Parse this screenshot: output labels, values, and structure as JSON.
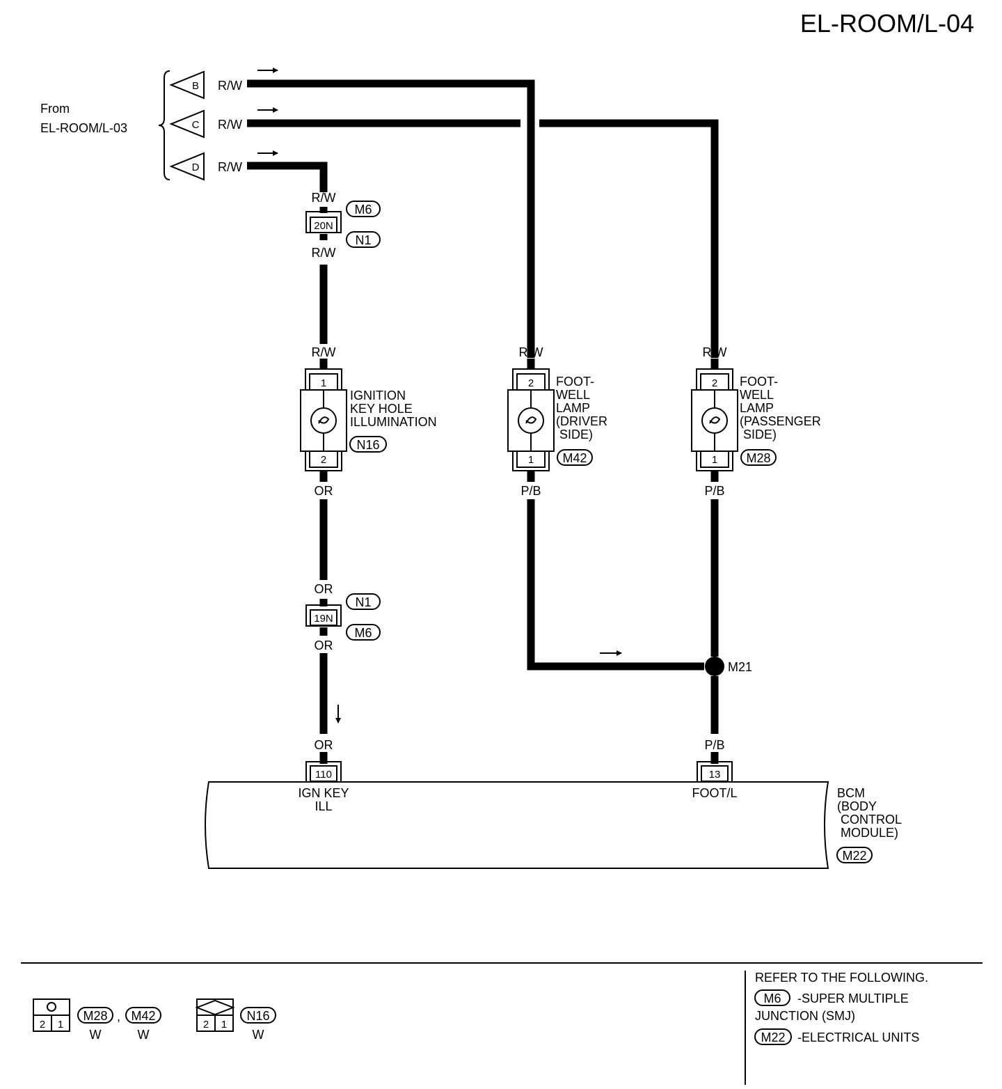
{
  "title": "EL-ROOM/L-04",
  "source": {
    "label_line1": "From",
    "label_line2": "EL-ROOM/L-03",
    "inputs": [
      {
        "letter": "B",
        "wire": "R/W"
      },
      {
        "letter": "C",
        "wire": "R/W"
      },
      {
        "letter": "D",
        "wire": "R/W"
      }
    ]
  },
  "joint_top": {
    "connector": "20N",
    "upper_wire": "R/W",
    "lower_wire": "R/W",
    "tag_a": "M6",
    "tag_b": "N1"
  },
  "joint_bottom": {
    "connector": "19N",
    "upper_wire": "OR",
    "lower_wire": "OR",
    "tag_a": "N1",
    "tag_b": "M6"
  },
  "components": [
    {
      "key": "ignition",
      "top_wire": "R/W",
      "top_pin": "1",
      "bottom_pin": "2",
      "bottom_wire": "OR",
      "name_lines": [
        "IGNITION",
        "KEY HOLE",
        "ILLUMINATION"
      ],
      "tag": "N16"
    },
    {
      "key": "driver",
      "top_wire": "R/W",
      "top_pin": "2",
      "bottom_pin": "1",
      "bottom_wire": "P/B",
      "name_lines": [
        "FOOT-",
        "WELL",
        "LAMP",
        "(DRIVER",
        " SIDE)"
      ],
      "tag": "M42"
    },
    {
      "key": "passenger",
      "top_wire": "R/W",
      "top_pin": "2",
      "bottom_pin": "1",
      "bottom_wire": "P/B",
      "name_lines": [
        "FOOT-",
        "WELL",
        "LAMP",
        "(PASSENGER",
        " SIDE)"
      ],
      "tag": "M28"
    }
  ],
  "splice": {
    "label": "M21"
  },
  "bcm": {
    "pin_left": {
      "wire": "OR",
      "pin": "110",
      "name_line1": "IGN KEY",
      "name_line2": "ILL"
    },
    "pin_right": {
      "wire": "P/B",
      "pin": "13",
      "name": "FOOT/L"
    },
    "name_lines": [
      "BCM",
      "(BODY",
      " CONTROL",
      " MODULE)"
    ],
    "tag": "M22"
  },
  "legend": {
    "group1": {
      "pins": [
        "2",
        "1"
      ],
      "tags": [
        "M28",
        "M42"
      ],
      "separator": ",",
      "color_a": "W",
      "color_b": "W"
    },
    "group2": {
      "pins": [
        "2",
        "1"
      ],
      "tag": "N16",
      "color": "W"
    }
  },
  "refer": {
    "heading": "REFER TO THE FOLLOWING.",
    "item1_tag": "M6",
    "item1_line1": "-SUPER MULTIPLE",
    "item1_line2": "JUNCTION (SMJ)",
    "item2_tag": "M22",
    "item2_text": "-ELECTRICAL UNITS"
  }
}
